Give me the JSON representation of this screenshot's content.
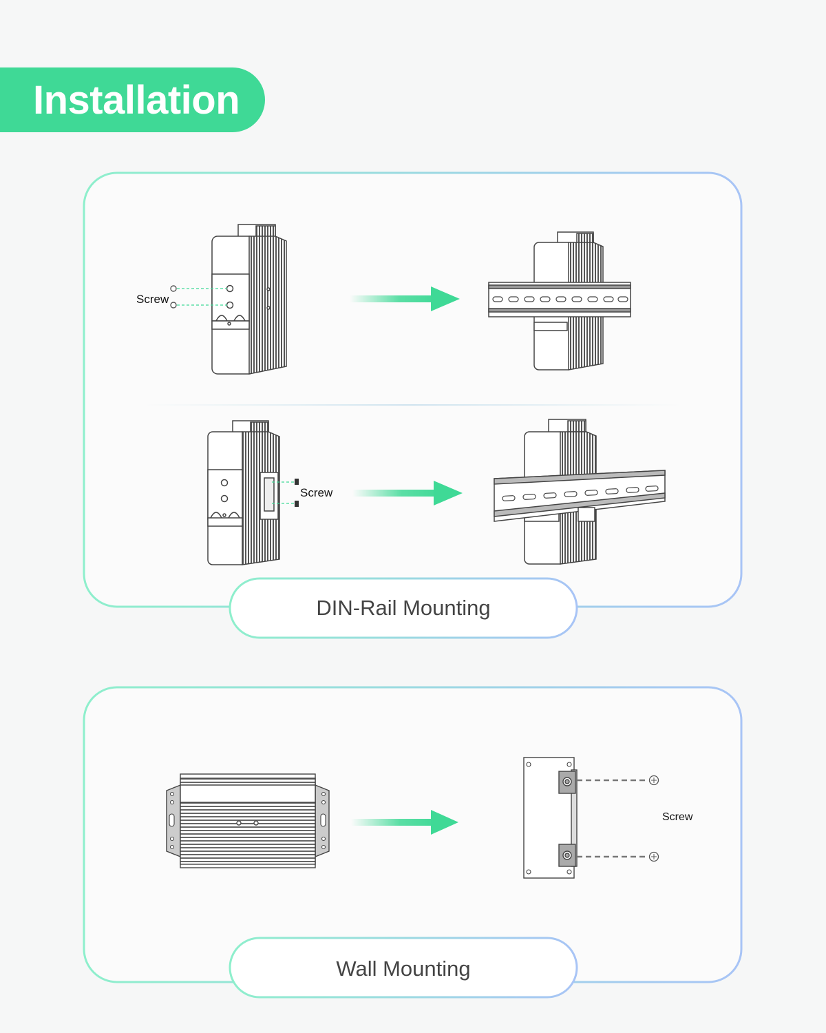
{
  "title": "Installation",
  "din_rail": {
    "label": "DIN-Rail Mounting",
    "step1_screw_label": "Screw",
    "step2_screw_label": "Screw"
  },
  "wall": {
    "label": "Wall Mounting",
    "screw_label": "Screw"
  },
  "colors": {
    "accent_green": "#3fd996",
    "border_start": "#8eefcc",
    "border_end": "#a8c4f6",
    "line_art": "#444444"
  }
}
